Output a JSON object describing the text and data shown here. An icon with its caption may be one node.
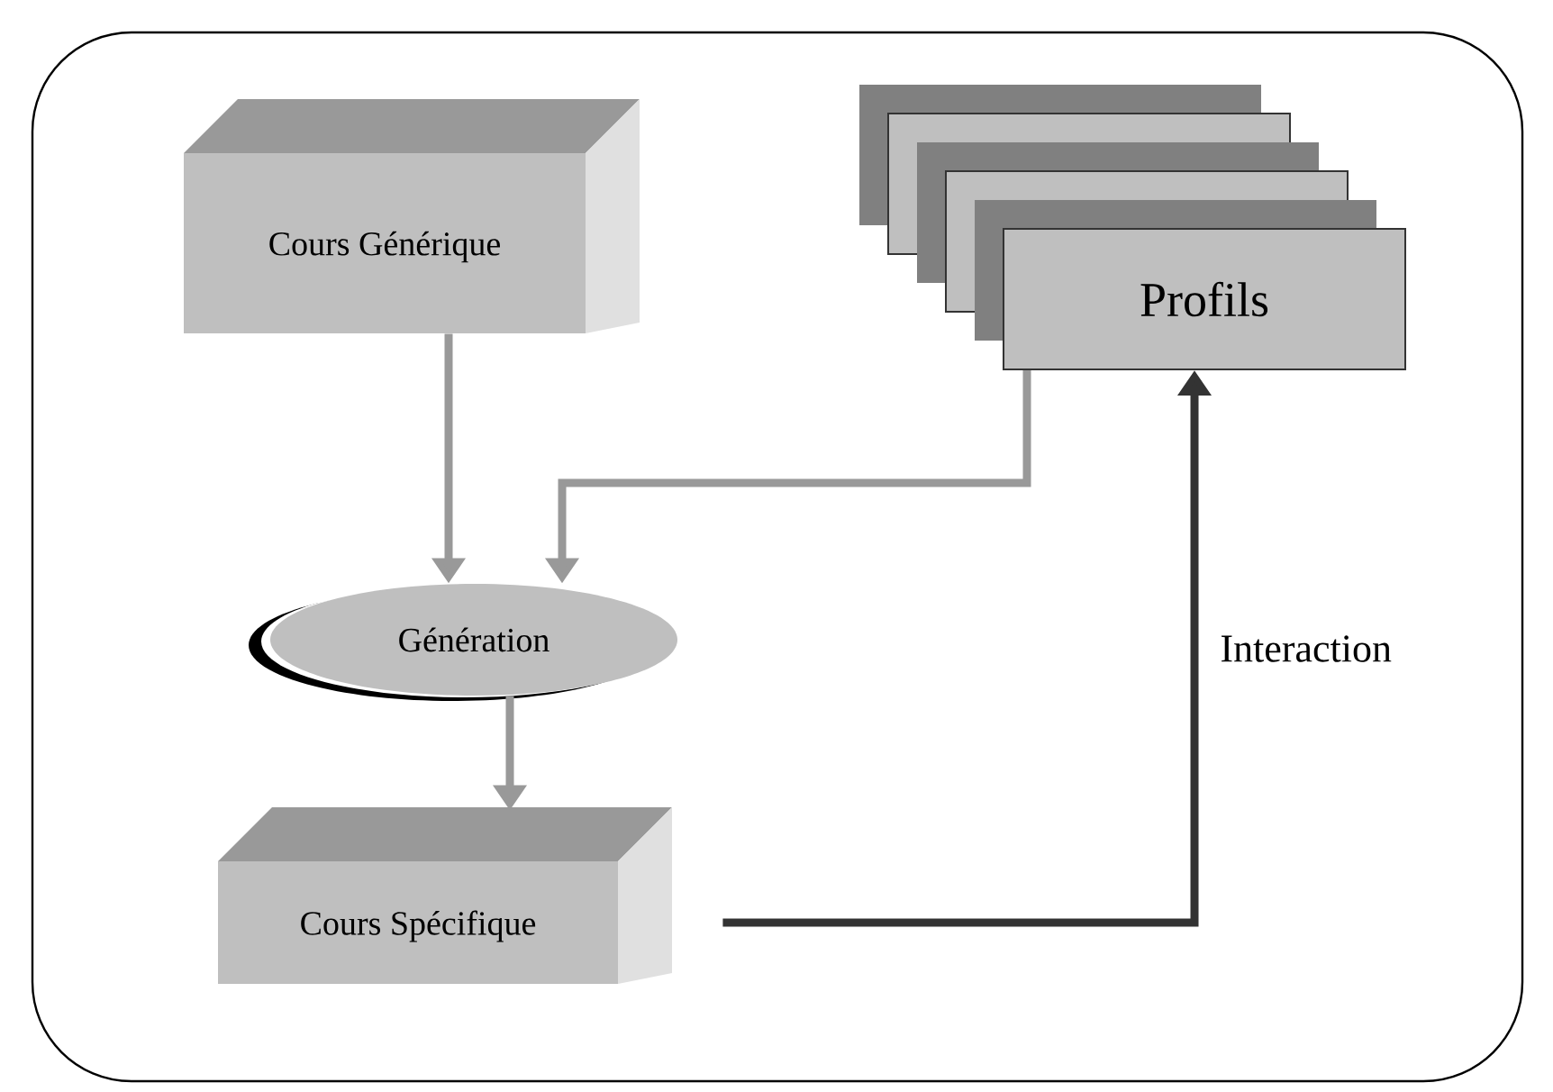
{
  "diagram": {
    "nodes": [
      {
        "text": [
          "Cours Générique"
        ]
      },
      {
        "text": [
          "Profils"
        ]
      },
      {
        "text": [
          "Génération"
        ]
      },
      {
        "text": [
          "Cours Spécifique"
        ]
      }
    ],
    "edges": [
      {
        "from": 0,
        "to": 2,
        "arrow": "to"
      },
      {
        "from": 1,
        "to": 2,
        "arrow": "to"
      },
      {
        "from": 2,
        "to": 3,
        "arrow": "to"
      },
      {
        "from": 3,
        "to": 1,
        "arrow": "to",
        "label": "Interaction",
        "color": "#333333"
      }
    ]
  }
}
